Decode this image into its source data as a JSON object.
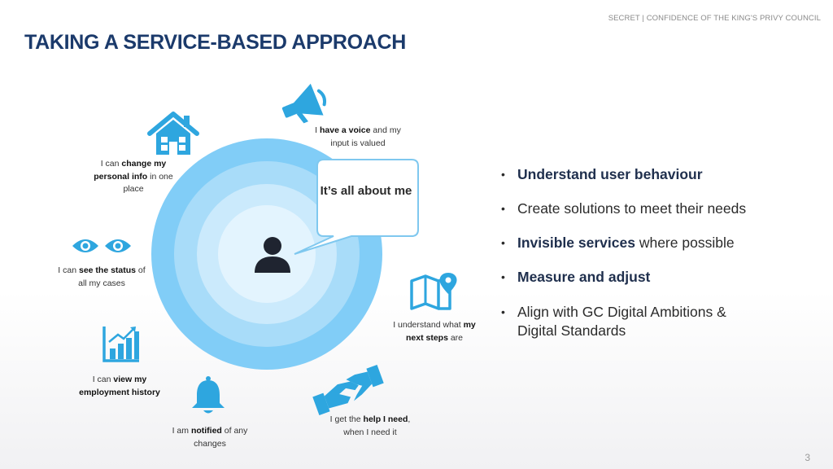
{
  "header": {
    "classification": "SECRET | CONFIDENCE OF THE KING'S PRIVY COUNCIL",
    "title": "TAKING A SERVICE-BASED APPROACH"
  },
  "diagram": {
    "center_bubble": "It’s all about me",
    "items": [
      {
        "icon": "megaphone-icon",
        "pre": "I ",
        "bold": "have a voice",
        "post": " and my input is valued"
      },
      {
        "icon": "house-icon",
        "pre": "I can ",
        "bold": "change my personal info",
        "post": " in one place"
      },
      {
        "icon": "eyes-icon",
        "pre": "I can ",
        "bold": "see the status",
        "post": " of all my cases"
      },
      {
        "icon": "map-pin-icon",
        "pre": "I understand what ",
        "bold": "my next steps",
        "post": " are"
      },
      {
        "icon": "bar-chart-icon",
        "pre": "I can ",
        "bold": "view my employment history",
        "post": ""
      },
      {
        "icon": "bell-icon",
        "pre": "I am ",
        "bold": "notified",
        "post": " of any changes"
      },
      {
        "icon": "handshake-icon",
        "pre": "I get the ",
        "bold": "help I need",
        "post": ", when I need it"
      }
    ]
  },
  "bullets": [
    {
      "bold": "Understand user behaviour",
      "text": ""
    },
    {
      "bold": "",
      "text": "Create solutions to meet their needs"
    },
    {
      "bold": "Invisible services",
      "text": " where possible"
    },
    {
      "bold": "Measure and adjust",
      "text": ""
    },
    {
      "bold": "",
      "text": "Align with GC Digital Ambitions & Digital Standards"
    }
  ],
  "bullet_symbol": "•",
  "page_number": "3",
  "colors": {
    "icon_blue": "#2ea6df",
    "title_navy": "#1b3a6b",
    "ring_outer": "#81cdf7"
  }
}
